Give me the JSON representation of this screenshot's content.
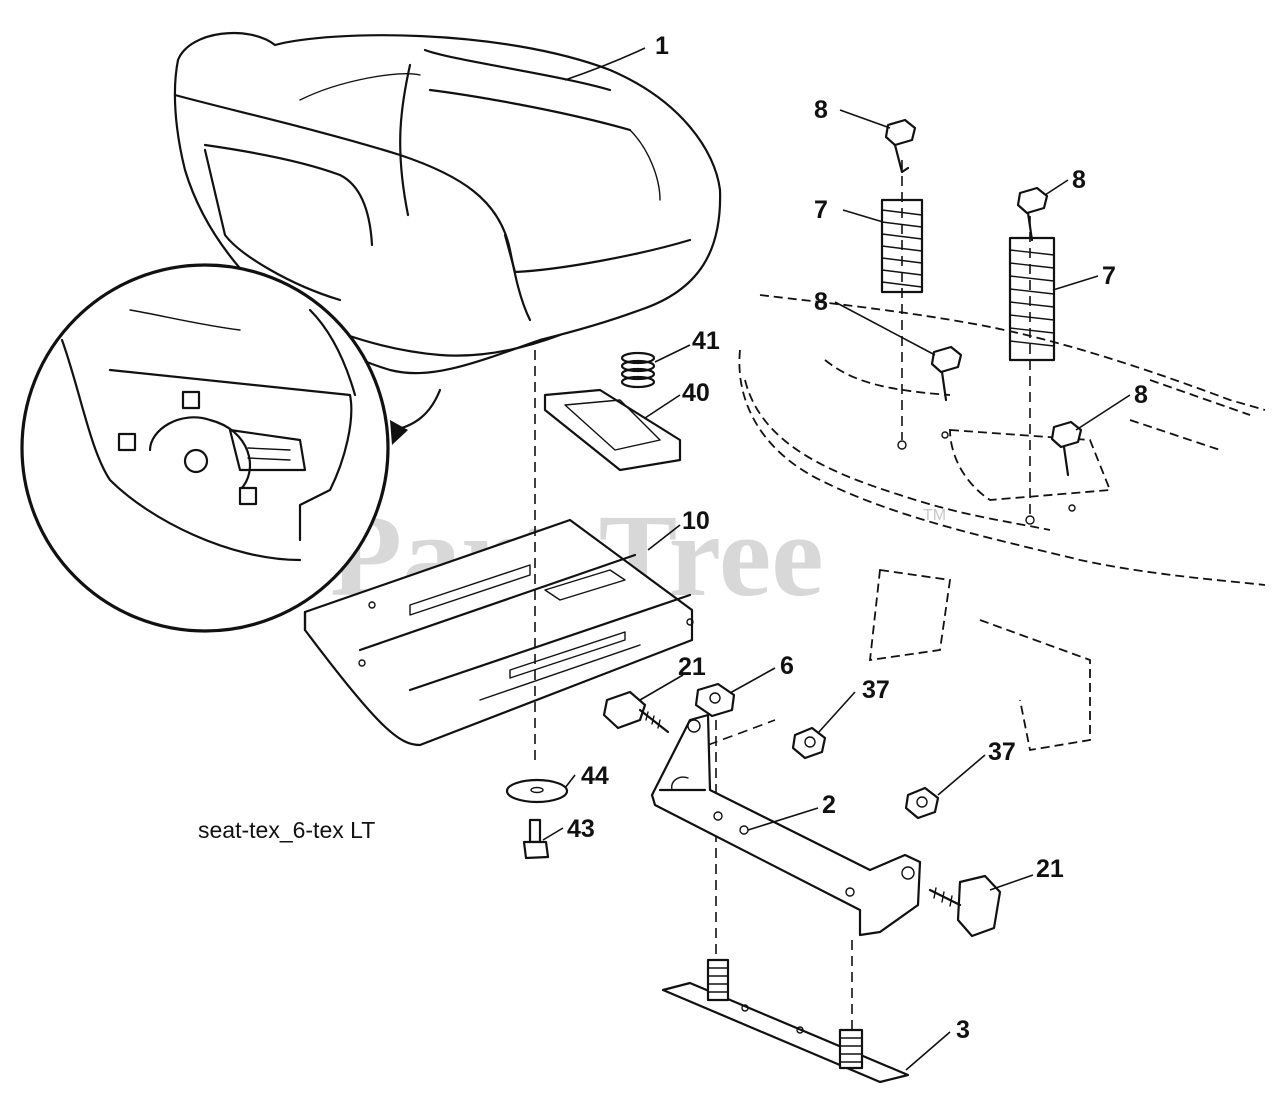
{
  "diagram": {
    "caption": "seat-tex_6-tex LT",
    "watermark": "PartsTree",
    "watermark_tm": "TM",
    "callouts": {
      "c1": "1",
      "c8a": "8",
      "c8b": "8",
      "c8c": "8",
      "c8d": "8",
      "c7a": "7",
      "c7b": "7",
      "c41": "41",
      "c40": "40",
      "c10": "10",
      "c21a": "21",
      "c21b": "21",
      "c6": "6",
      "c37a": "37",
      "c37b": "37",
      "c2": "2",
      "c44": "44",
      "c43": "43",
      "c3": "3"
    }
  }
}
